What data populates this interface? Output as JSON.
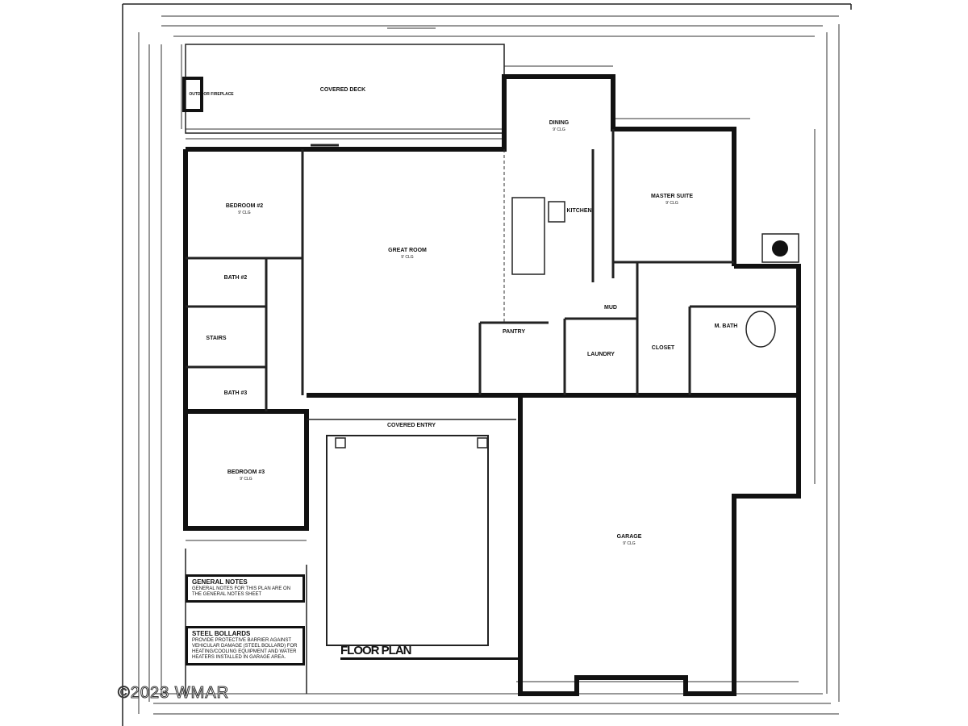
{
  "plan": {
    "title": "FLOOR PLAN",
    "watermark": "©2023 WMAR",
    "rooms": {
      "covered_deck": "COVERED DECK",
      "fireplace": "OUTDOOR FIREPLACE",
      "bedroom2": "BEDROOM #2",
      "great_room": "GREAT ROOM",
      "dining": "DINING",
      "kitchen": "KITCHEN",
      "master_suite": "MASTER SUITE",
      "bath2": "BATH #2",
      "bath3": "BATH #3",
      "bedroom3": "BEDROOM #3",
      "pantry": "PANTRY",
      "laundry": "LAUNDRY",
      "closet": "CLOSET",
      "master_bath": "M. BATH",
      "covered_entry": "COVERED ENTRY",
      "garage": "GARAGE",
      "mud": "MUD",
      "stairs": "STAIRS"
    },
    "ceiling": "9' CLG",
    "notes": {
      "general_title": "GENERAL NOTES",
      "general_text": "GENERAL NOTES FOR THIS PLAN ARE ON THE GENERAL NOTES SHEET",
      "bollard_title": "STEEL BOLLARDS",
      "bollard_text": "PROVIDE PROTECTIVE BARRIER AGAINST VEHICULAR DAMAGE (STEEL BOLLARD) FOR HEATING/COOLING EQUIPMENT AND WATER HEATERS INSTALLED IN GARAGE AREA."
    }
  }
}
